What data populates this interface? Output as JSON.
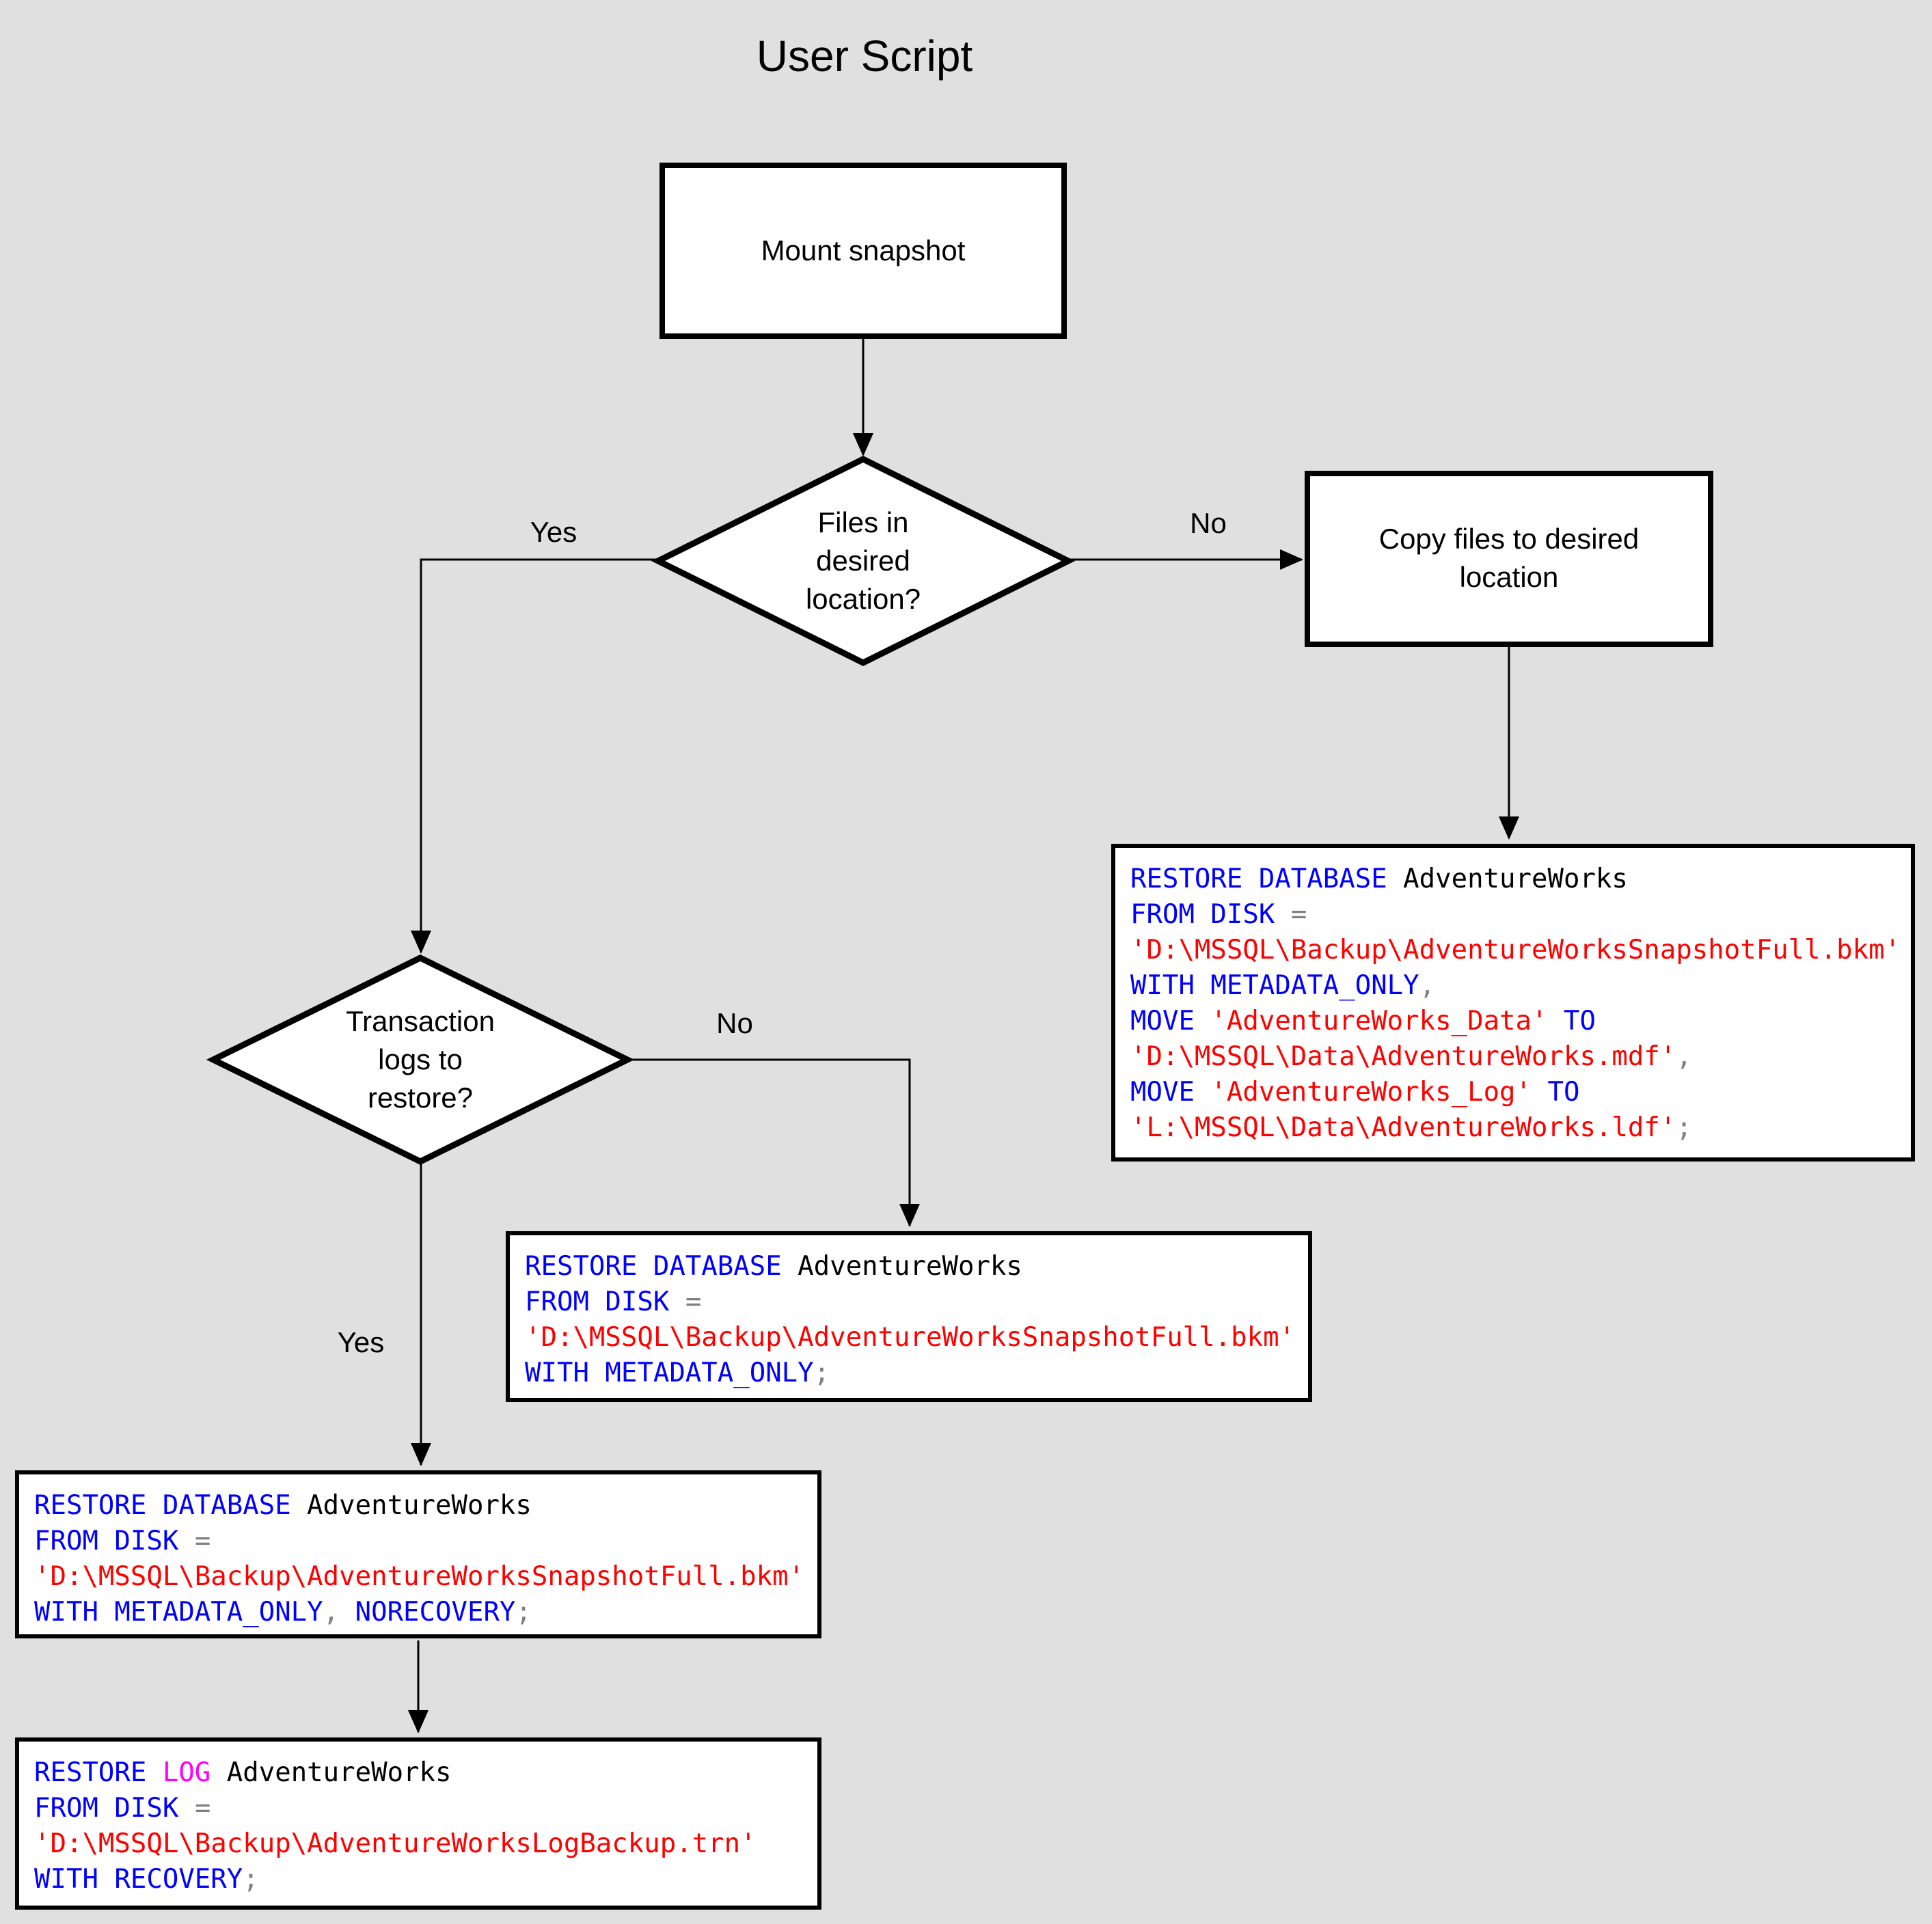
{
  "title": "User Script",
  "colors": {
    "background": "#e0e0e0",
    "shape_fill": "#ffffff",
    "line": "#000000",
    "keyword": "#0000ff",
    "string": "#ff0000",
    "identifier": "#000000",
    "operator": "#808080",
    "log_keyword": "#ff00ff"
  },
  "nodes": {
    "mount": {
      "label": "Mount snapshot"
    },
    "decision_files": {
      "lines": [
        "Files in",
        "desired",
        "location?"
      ]
    },
    "copy": {
      "lines": [
        "Copy files to desired",
        "location"
      ]
    },
    "decision_logs": {
      "lines": [
        "Transaction",
        "logs to",
        "restore?"
      ]
    }
  },
  "edges": {
    "files_yes": "Yes",
    "files_no": "No",
    "logs_yes": "Yes",
    "logs_no": "No"
  },
  "codeboxes": [
    {
      "name": "restore-database-with-move",
      "lines": [
        [
          {
            "t": "RESTORE DATABASE ",
            "c": "keyword"
          },
          {
            "t": "AdventureWorks",
            "c": "identifier"
          }
        ],
        [
          {
            "t": "FROM DISK ",
            "c": "keyword"
          },
          {
            "t": "=",
            "c": "operator"
          }
        ],
        [
          {
            "t": "'D:\\MSSQL\\Backup\\AdventureWorksSnapshotFull.bkm'",
            "c": "string"
          }
        ],
        [
          {
            "t": "WITH METADATA_ONLY",
            "c": "keyword"
          },
          {
            "t": ",",
            "c": "operator"
          }
        ],
        [
          {
            "t": "MOVE ",
            "c": "keyword"
          },
          {
            "t": "'AdventureWorks_Data'",
            "c": "string"
          },
          {
            "t": " TO",
            "c": "keyword"
          }
        ],
        [
          {
            "t": "'D:\\MSSQL\\Data\\AdventureWorks.mdf'",
            "c": "string"
          },
          {
            "t": ",",
            "c": "operator"
          }
        ],
        [
          {
            "t": "MOVE ",
            "c": "keyword"
          },
          {
            "t": "'AdventureWorks_Log'",
            "c": "string"
          },
          {
            "t": " TO",
            "c": "keyword"
          }
        ],
        [
          {
            "t": "'L:\\MSSQL\\Data\\AdventureWorks.ldf'",
            "c": "string"
          },
          {
            "t": ";",
            "c": "operator"
          }
        ]
      ]
    },
    {
      "name": "restore-database-metadata-only",
      "lines": [
        [
          {
            "t": "RESTORE DATABASE ",
            "c": "keyword"
          },
          {
            "t": "AdventureWorks",
            "c": "identifier"
          }
        ],
        [
          {
            "t": "FROM DISK ",
            "c": "keyword"
          },
          {
            "t": "=",
            "c": "operator"
          }
        ],
        [
          {
            "t": "'D:\\MSSQL\\Backup\\AdventureWorksSnapshotFull.bkm'",
            "c": "string"
          }
        ],
        [
          {
            "t": "WITH METADATA_ONLY",
            "c": "keyword"
          },
          {
            "t": ";",
            "c": "operator"
          }
        ]
      ]
    },
    {
      "name": "restore-database-norecovery",
      "lines": [
        [
          {
            "t": "RESTORE DATABASE ",
            "c": "keyword"
          },
          {
            "t": "AdventureWorks",
            "c": "identifier"
          }
        ],
        [
          {
            "t": "FROM DISK ",
            "c": "keyword"
          },
          {
            "t": "=",
            "c": "operator"
          }
        ],
        [
          {
            "t": "'D:\\MSSQL\\Backup\\AdventureWorksSnapshotFull.bkm'",
            "c": "string"
          }
        ],
        [
          {
            "t": "WITH METADATA_ONLY",
            "c": "keyword"
          },
          {
            "t": ",",
            "c": "operator"
          },
          {
            "t": " NORECOVERY",
            "c": "keyword"
          },
          {
            "t": ";",
            "c": "operator"
          }
        ]
      ]
    },
    {
      "name": "restore-log-recovery",
      "lines": [
        [
          {
            "t": "RESTORE ",
            "c": "keyword"
          },
          {
            "t": "LOG",
            "c": "log_keyword"
          },
          {
            "t": " AdventureWorks",
            "c": "identifier"
          }
        ],
        [
          {
            "t": "FROM DISK ",
            "c": "keyword"
          },
          {
            "t": "=",
            "c": "operator"
          }
        ],
        [
          {
            "t": "'D:\\MSSQL\\Backup\\AdventureWorksLogBackup.trn'",
            "c": "string"
          }
        ],
        [
          {
            "t": "WITH RECOVERY",
            "c": "keyword"
          },
          {
            "t": ";",
            "c": "operator"
          }
        ]
      ]
    }
  ]
}
